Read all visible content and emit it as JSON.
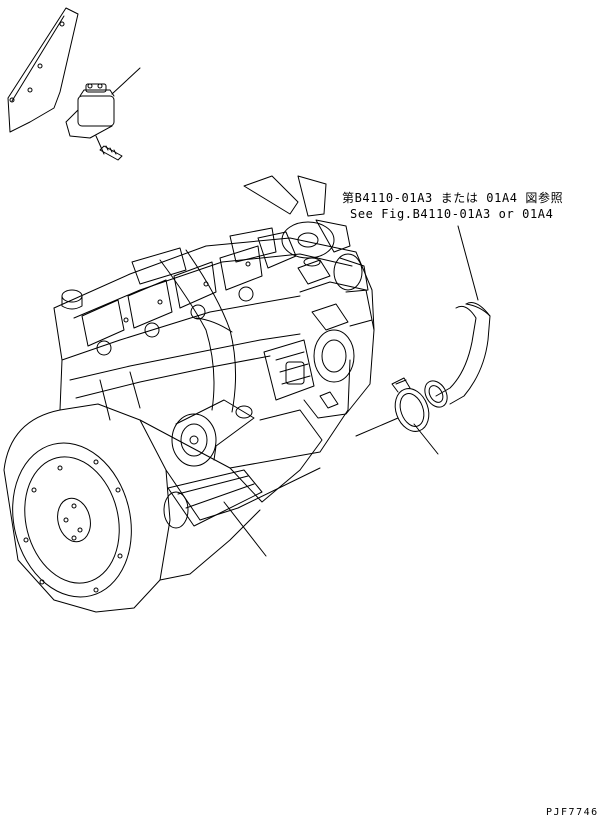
{
  "reference_note": {
    "japanese": "第B4110-01A3 または 01A4 図参照",
    "english": "See Fig.B4110-01A3 or 01A4"
  },
  "drawing_code": "PJF7746",
  "parts": [
    {
      "name": "bracket-with-filter",
      "label": ""
    },
    {
      "name": "engine-assembly",
      "label": ""
    },
    {
      "name": "hose",
      "label": ""
    },
    {
      "name": "clamp",
      "label": ""
    }
  ]
}
